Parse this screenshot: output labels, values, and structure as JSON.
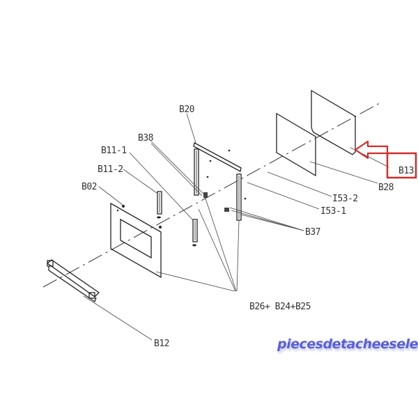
{
  "labels": {
    "b20": "B20",
    "b38": "B38",
    "b11_1": "B11-1",
    "b11_2": "B11-2",
    "b02": "B02",
    "b13": "B13",
    "b28": "B28",
    "i53_2": "I53-2",
    "i53_1": "I53-1",
    "b37": "B37",
    "b26_b24_b25": "B26+ B24+B25",
    "b12": "B12"
  },
  "watermark": "piecesdetacheeselec.com",
  "colors": {
    "highlight": "#d42a2a",
    "watermark": "#5a5fd8"
  }
}
